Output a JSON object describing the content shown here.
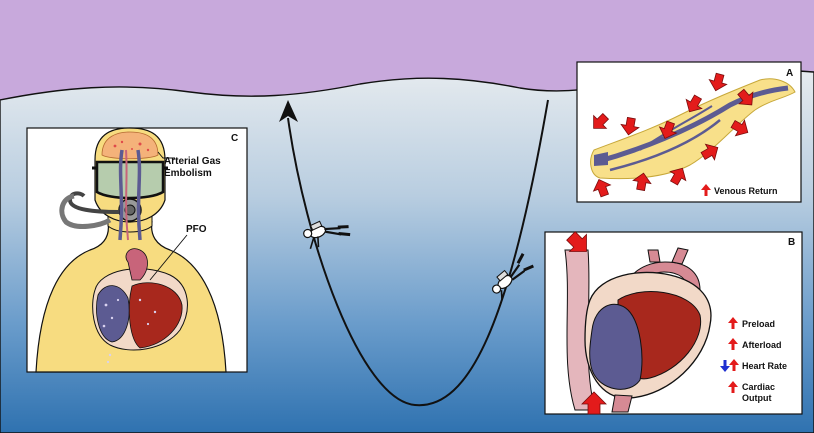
{
  "panels": {
    "a": {
      "letter": "A",
      "legend": "Venous Return",
      "legend_arrow": "up"
    },
    "b": {
      "letter": "B",
      "items": [
        {
          "label": "Preload",
          "arrows": [
            "up"
          ]
        },
        {
          "label": "Afterload",
          "arrows": [
            "up"
          ]
        },
        {
          "label": "Heart Rate",
          "arrows": [
            "down",
            "up"
          ]
        },
        {
          "label_line1": "Cardiac",
          "label_line2": "Output",
          "arrows": [
            "up"
          ]
        }
      ]
    },
    "c": {
      "letter": "C",
      "callout_1_line1": "Arterial Gas",
      "callout_1_line2": "Embolism",
      "callout_2": "PFO"
    }
  },
  "colors": {
    "sky": "#c8a9dc",
    "water_top": "#dfe6ec",
    "water_bottom": "#2f74b1",
    "increase_arrow": "#e31b1b",
    "decrease_arrow": "#1f2fd0",
    "vein_fill": "#f8e08a",
    "heart_red": "#a8281d",
    "heart_blue": "#5c5b92",
    "skin": "#f7dc80"
  },
  "icons": [
    "ascent-arrow-icon",
    "diver-ascending-icon",
    "diver-descending-icon",
    "scuba-regulator-icon",
    "dive-mask-icon"
  ]
}
